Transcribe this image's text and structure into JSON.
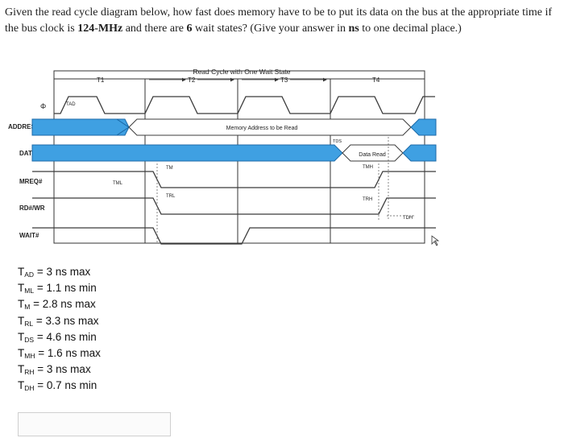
{
  "question": {
    "part1": "Given the read cycle diagram below, how fast does memory have to be to put its data on the bus at the appropriate time if the bus clock is ",
    "clock": "124-MHz",
    "part2": " and there are ",
    "wait_states": "6",
    "part3": " wait states? (Give your answer in ",
    "unit": "ns",
    "part4": " to one decimal place.)"
  },
  "diagram": {
    "title": "Read Cycle with One Wait State",
    "period_labels": [
      "T1",
      "T2",
      "T3",
      "T4"
    ],
    "signals": {
      "clock": "Φ",
      "address": "ADDRESS",
      "data": "DATA",
      "mreq": "MREQ#",
      "rd_wr": "RD#/WR",
      "wait": "WAIT#"
    },
    "bus_labels": {
      "memory_address": "Memory Address to be Read",
      "data_read": "Data Read"
    },
    "timing_labels": {
      "tad": "TAD",
      "tml": "TML",
      "tm": "TM",
      "trl": "TRL",
      "tds": "TDS",
      "tmh": "TMH",
      "trh": "TRH",
      "tdh": "TDH"
    },
    "colors": {
      "bus_fill": "#3fa0e2",
      "bus_stroke": "#1c6aa8",
      "line": "#3b3b3b",
      "grid": "#333333"
    }
  },
  "parameters": [
    {
      "sym": "T",
      "sub": "AD",
      "text": " = 3 ns max"
    },
    {
      "sym": "T",
      "sub": "ML",
      "text": " = 1.1 ns min"
    },
    {
      "sym": "T",
      "sub": "M",
      "text": " = 2.8 ns max"
    },
    {
      "sym": "T",
      "sub": "RL",
      "text": " = 3.3 ns max"
    },
    {
      "sym": "T",
      "sub": "DS",
      "text": " = 4.6 ns min"
    },
    {
      "sym": "T",
      "sub": "MH",
      "text": " = 1.6 ns max"
    },
    {
      "sym": "T",
      "sub": "RH",
      "text": " = 3 ns max"
    },
    {
      "sym": "T",
      "sub": "DH",
      "text": " = 0.7 ns min"
    }
  ],
  "answer": {
    "value": ""
  }
}
